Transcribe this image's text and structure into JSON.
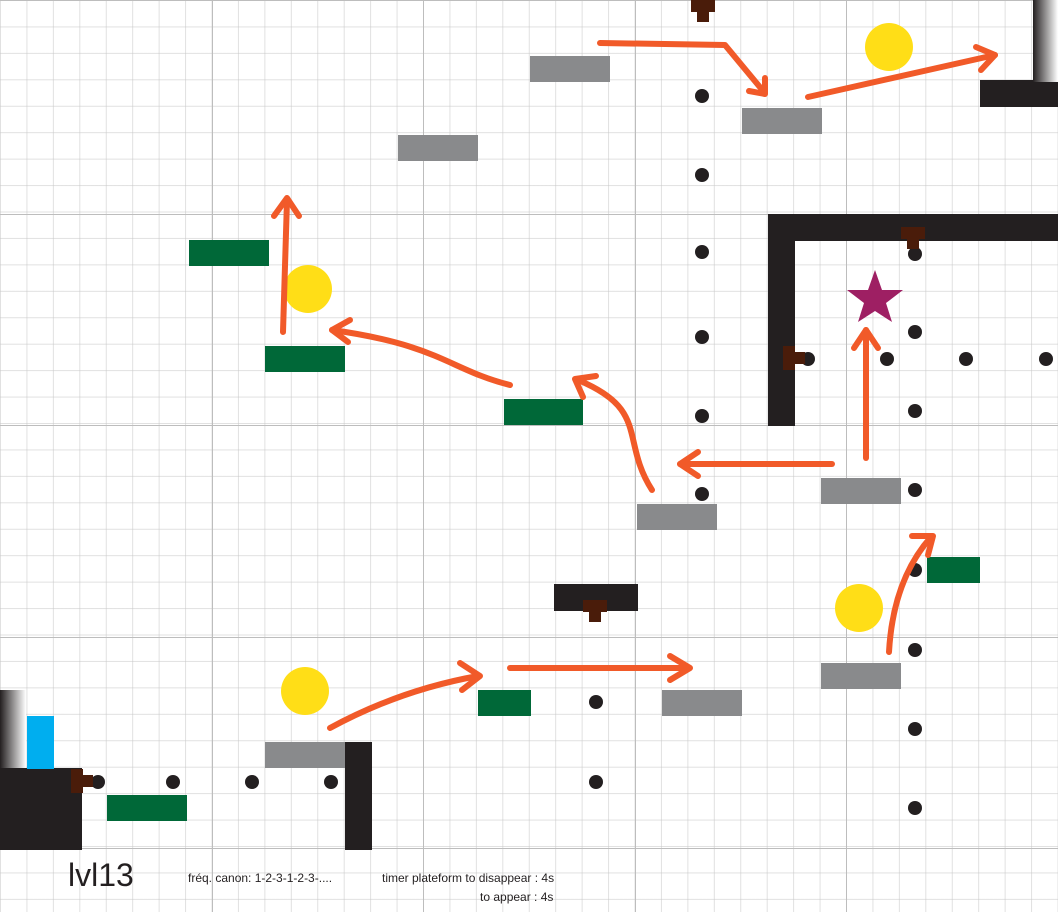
{
  "level": {
    "name": "lvl13"
  },
  "notes": {
    "cannon_frequency": "fréq. canon: 1-2-3-1-2-3-....",
    "timer_disappear": "timer plateform to disappear : 4s",
    "timer_appear": "to appear : 4s"
  },
  "colors": {
    "path_arrow": "#f15a29",
    "star": "#9e1f63",
    "coin": "#ffde17",
    "fixed_platform": "#006838",
    "timed_platform": "#898a8c",
    "wall": "#231f20",
    "cannon": "#4a1c0a",
    "player": "#00aeef"
  }
}
